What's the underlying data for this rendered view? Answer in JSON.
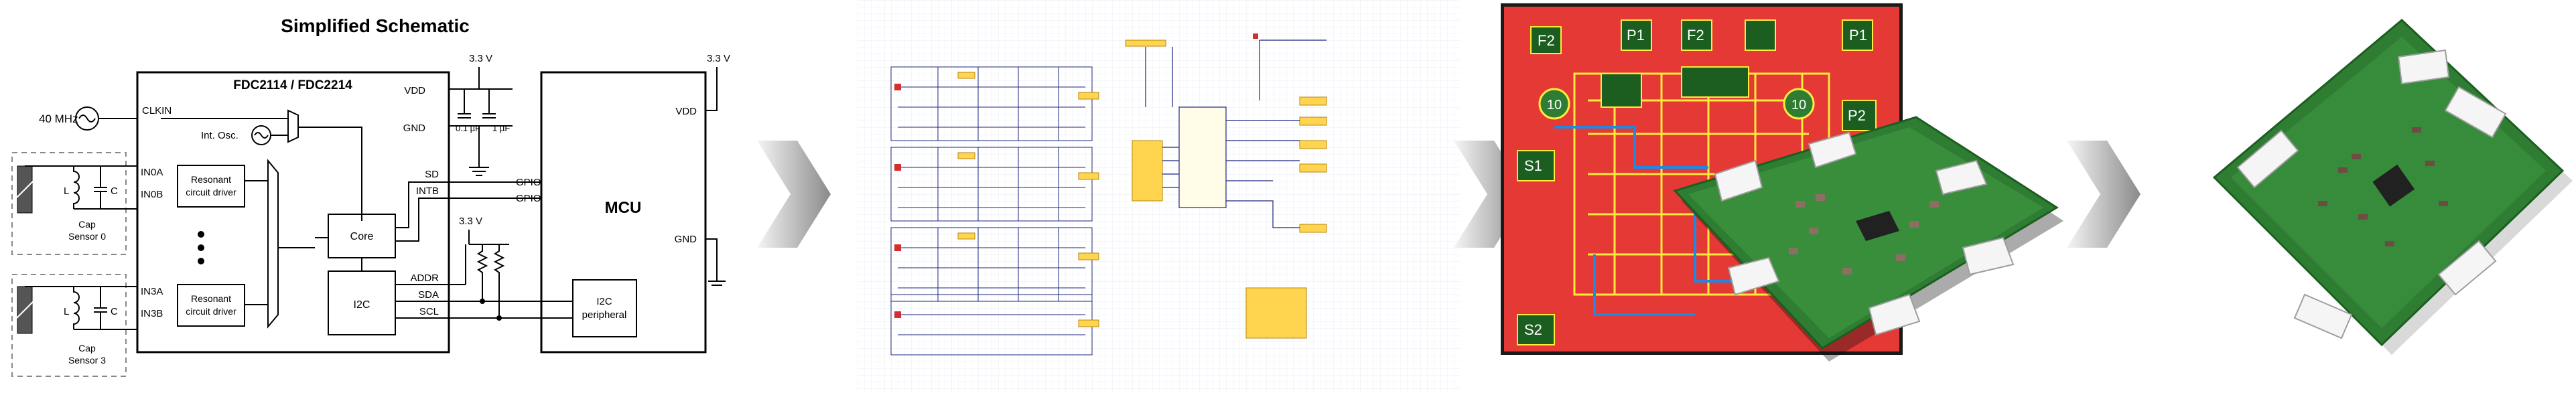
{
  "schematic": {
    "title": "Simplified Schematic",
    "chip_label": "FDC2114 / FDC2214",
    "mcu_label": "MCU",
    "osc_freq": "40 MHz",
    "int_osc": "Int. Osc.",
    "core": "Core",
    "i2c_block": "I2C",
    "i2c_periph_1": "I2C",
    "i2c_periph_2": "peripheral",
    "driver_l1": "Resonant",
    "driver_l2": "circuit driver",
    "sensor0_l1": "Cap",
    "sensor0_l2": "Sensor 0",
    "sensor3_l1": "Cap",
    "sensor3_l2": "Sensor 3",
    "l_label": "L",
    "c_label": "C",
    "cap1": "0.1 µF",
    "cap2": "1 µF",
    "v33": "3.3 V",
    "pins": {
      "clkin": "CLKIN",
      "in0a": "IN0A",
      "in0b": "IN0B",
      "in3a": "IN3A",
      "in3b": "IN3B",
      "vdd": "VDD",
      "gnd": "GND",
      "sd": "SD",
      "intb": "INTB",
      "addr": "ADDR",
      "sda": "SDA",
      "scl": "SCL",
      "gpio1": "GPIO",
      "gpio2": "GPIO",
      "mcu_vdd": "VDD",
      "mcu_gnd": "GND"
    }
  },
  "pcb_layout": {
    "labels": {
      "f2a": "F2",
      "p1a": "P1",
      "f2b": "F2",
      "p1b": "P1",
      "s1": "S1",
      "s2": "S2",
      "p2": "P2",
      "h1": "10",
      "h2": "10"
    }
  },
  "colors": {
    "board_green": "#2e7d32",
    "layout_red": "#e53935",
    "arrow_gray": "#9e9e9e"
  }
}
